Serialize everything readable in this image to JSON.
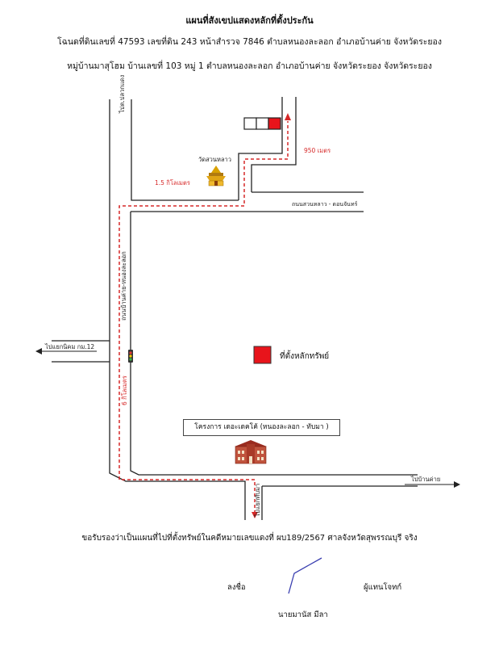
{
  "header": {
    "title": "แผนที่สังเขปแสดงหลักที่ตั้งประกัน",
    "line1": "โฉนดที่ดินเลขที่ 47593 เลขที่ดิน 243  หน้าสำรวจ 7846 ตำบลหนองละลอก  อำเภอบ้านค่าย  จังหวัดระยอง",
    "line2": "หมู่บ้านมาสุโฮม บ้านเลขที่ 103  หมู่ 1  ตำบลหนองละลอก  อำเภอบ้านค่าย  จังหวัดระยอง จังหวัดระยอง"
  },
  "map": {
    "road_to_plaadaeng": "ไปต.ปลวกแดง",
    "temple": "วัดสวนหลาว",
    "dist_1_5km": "1.5 กิโลเมตร",
    "dist_950m": "950 เมตร",
    "road_suanlao": "ถนนสวนหลาว - ดอนจันทร์",
    "road_bankhai_nongla": "ถนนบ้านค่าย-หนองละลอก",
    "to_nikom": "ไปแยกนิคม กม.12",
    "dist_6km": "6 กิโลเมตร",
    "property": "ที่ตั้งหลักทรัพย์",
    "project": "โครงการ เดอะเดคโค้ (หนองละลอก - ทับมา )",
    "to_bankhai": "ไปบ้านค่าย",
    "to_thapma": "ไปแยกทับมา"
  },
  "footer": {
    "certify": "ขอรับรองว่าเป็นแผนที่ไปที่ตั้งทรัพย์ในคดีหมายเลขแดงที่ ผบ189/2567 ศาลจังหวัดสุพรรณบุรี จริง",
    "sign_label": "ลงชื่อ",
    "owner_label": "ผู้แทนโจทก์",
    "signer_name": "นายมานัส   มีลา"
  },
  "colors": {
    "route": "#d62828",
    "property": "#e8141b",
    "road": "#222222",
    "signature": "#3a3fb0"
  }
}
